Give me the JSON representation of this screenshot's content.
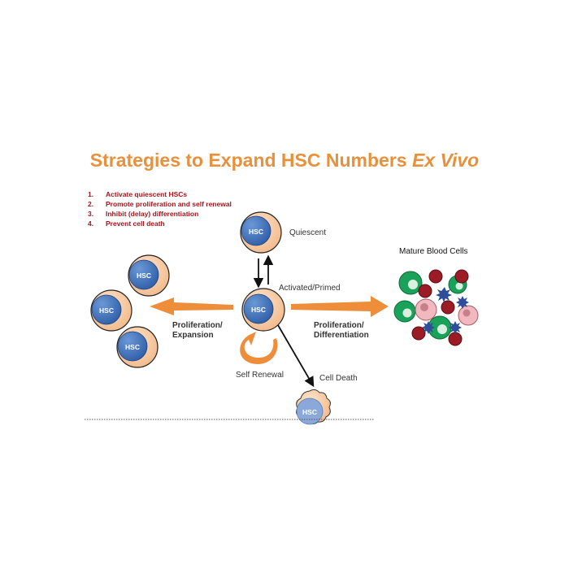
{
  "title": {
    "main": "Strategies to Expand HSC Numbers ",
    "italic": "Ex Vivo"
  },
  "goals": [
    {
      "num": "1.",
      "text": "Activate quiescent HSCs"
    },
    {
      "num": "2.",
      "text": "Promote proliferation and self renewal"
    },
    {
      "num": "3.",
      "text": "Inhibit (delay) differentiation"
    },
    {
      "num": "4.",
      "text": "Prevent cell death"
    }
  ],
  "cell_label": "HSC",
  "labels": {
    "quiescent": "Quiescent",
    "activated": "Activated/Primed",
    "mature": "Mature Blood Cells",
    "prolif_expansion_1": "Proliferation/",
    "prolif_expansion_2": "Expansion",
    "prolif_diff_1": "Proliferation/",
    "prolif_diff_2": "Differentiation",
    "self_renewal": "Self Renewal",
    "cell_death": "Cell Death"
  },
  "colors": {
    "title": "#e8913a",
    "goals": "#a3161b",
    "nucleus": "#3e6fb5",
    "cytoplasm": "#f5c9a0",
    "arrow_orange": "#ee8d3a",
    "green_cell": "#1aa15a",
    "red_cell": "#9b1c24",
    "pink_cell": "#f2b8bf",
    "star": "#2e4d9a"
  }
}
